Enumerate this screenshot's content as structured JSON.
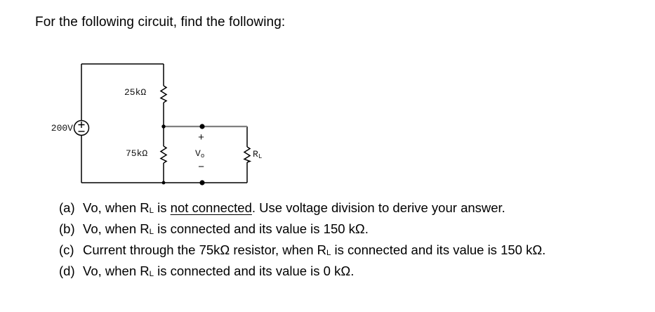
{
  "title": "For the following circuit, find the following:",
  "colors": {
    "wire": "#000000",
    "tap_wire": "#808080",
    "text": "#000000",
    "background": "#ffffff"
  },
  "circuit": {
    "source": {
      "label": "200V"
    },
    "r1": {
      "label": "25kΩ"
    },
    "r2": {
      "label": "75kΩ"
    },
    "output": {
      "plus": "+",
      "minus": "−",
      "v_main": "V",
      "v_sub": "o"
    },
    "load": {
      "r_main": "R",
      "r_sub": "L"
    }
  },
  "questions": [
    {
      "marker": "(a)",
      "segments": {
        "s0": {
          "t": "Vo, when R"
        },
        "s1": {
          "t": "L"
        },
        "s2": {
          "t": " is "
        },
        "s3": {
          "t": "not connected"
        },
        "s4": {
          "t": ". Use voltage division to derive your answer."
        }
      }
    },
    {
      "marker": "(b)",
      "segments": {
        "s0": {
          "t": "Vo, when R"
        },
        "s1": {
          "t": "L"
        },
        "s2": {
          "t": " is connected and its value is 150 kΩ."
        }
      }
    },
    {
      "marker": "(c)",
      "segments": {
        "s0": {
          "t": "Current through the 75kΩ resistor, when R"
        },
        "s1": {
          "t": "L"
        },
        "s2": {
          "t": " is connected and its value is 150 kΩ."
        }
      }
    },
    {
      "marker": "(d)",
      "segments": {
        "s0": {
          "t": "Vo, when R"
        },
        "s1": {
          "t": "L"
        },
        "s2": {
          "t": " is connected and its value is 0 kΩ."
        }
      }
    }
  ]
}
